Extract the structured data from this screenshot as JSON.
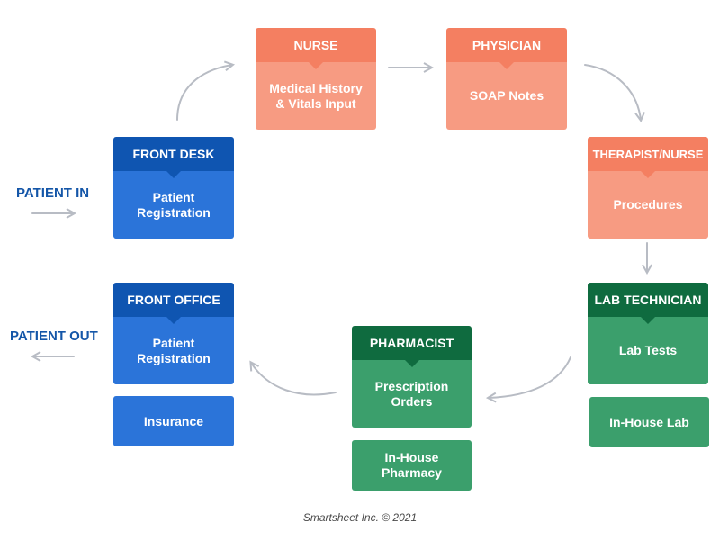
{
  "colors": {
    "blue_header": "#0f55b1",
    "blue_body": "#2b74d9",
    "orange_header": "#f47f61",
    "orange_body": "#f79b82",
    "green_header": "#0f6b3f",
    "green_body": "#3b9f6c",
    "arrow": "#b8bcc4",
    "label": "#1456a8"
  },
  "labels": {
    "patient_in": "PATIENT IN",
    "patient_out": "PATIENT OUT"
  },
  "nodes": {
    "front_desk": {
      "role": "FRONT DESK",
      "task": "Patient\nRegistration"
    },
    "nurse": {
      "role": "NURSE",
      "task": "Medical History\n& Vitals Input"
    },
    "physician": {
      "role": "PHYSICIAN",
      "task": "SOAP Notes"
    },
    "therapist": {
      "role": "THERAPIST/NURSE",
      "task": "Procedures"
    },
    "lab": {
      "role": "LAB TECHNICIAN",
      "task": "Lab Tests",
      "extra": "In-House Lab"
    },
    "pharmacist": {
      "role": "PHARMACIST",
      "task": "Prescription\nOrders",
      "extra": "In-House\nPharmacy"
    },
    "front_office": {
      "role": "FRONT OFFICE",
      "task": "Patient\nRegistration",
      "extra": "Insurance"
    }
  },
  "credit": "Smartsheet Inc. © 2021"
}
